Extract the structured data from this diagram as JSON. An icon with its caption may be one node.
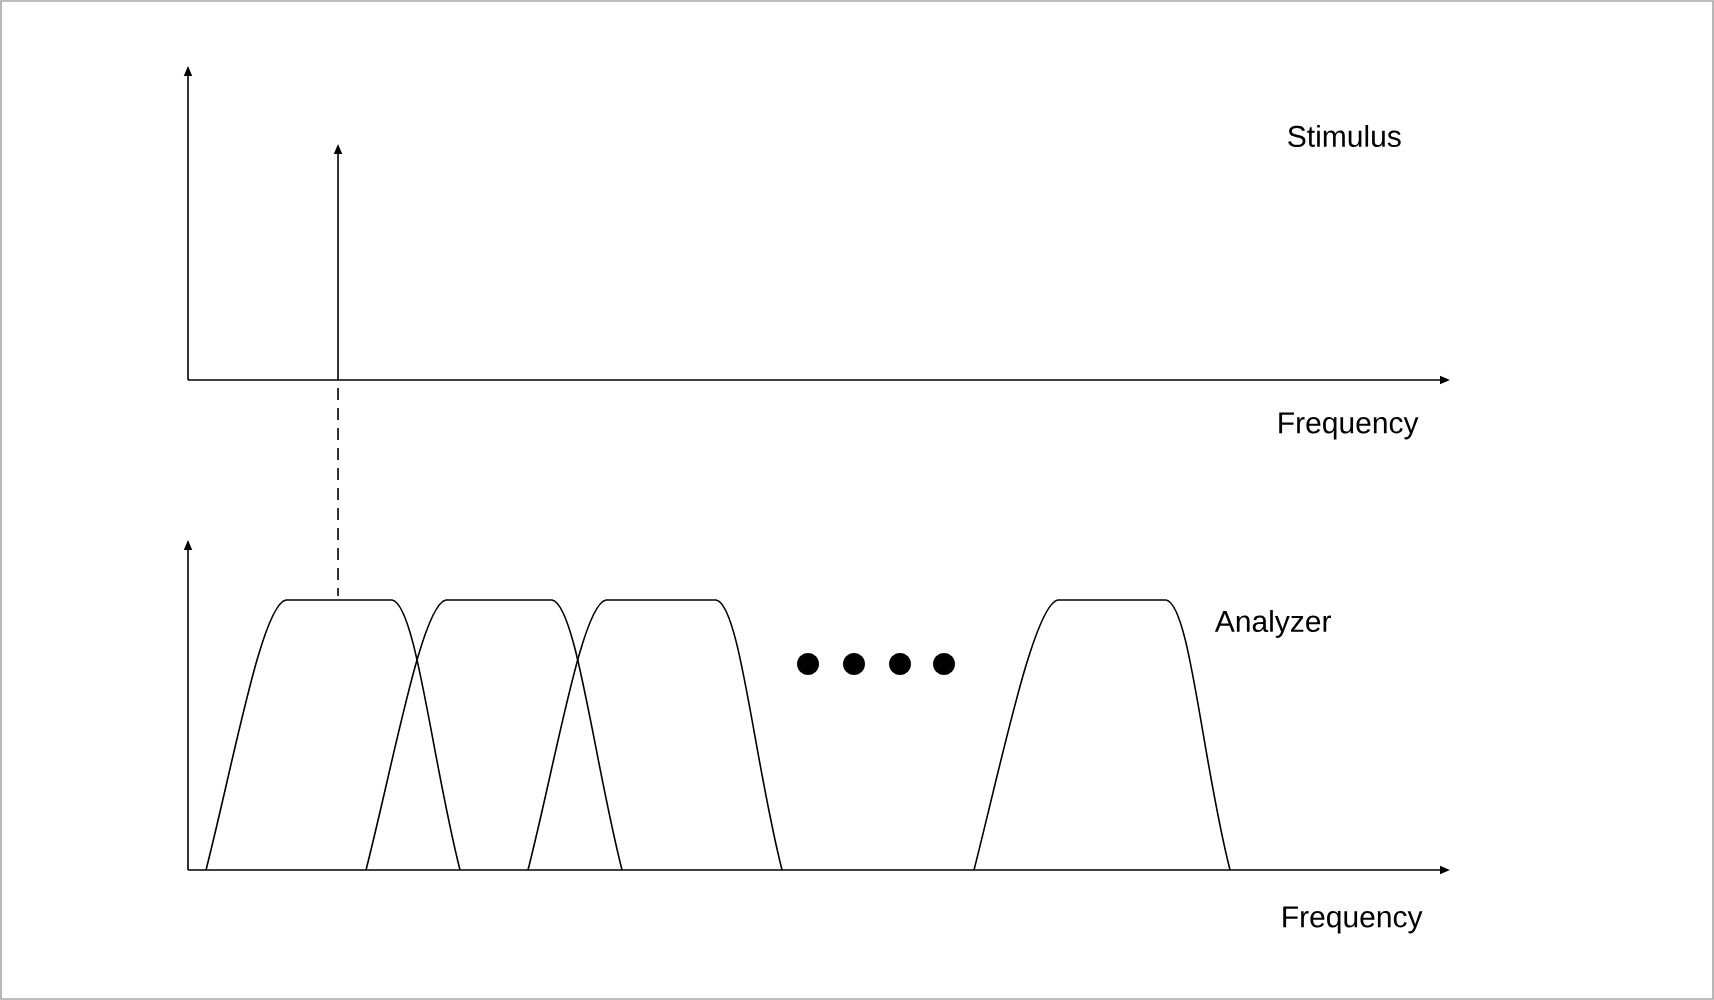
{
  "diagram": {
    "labels": [
      "Stimulus",
      "Frequency",
      "Analyzer",
      "Frequency"
    ]
  }
}
